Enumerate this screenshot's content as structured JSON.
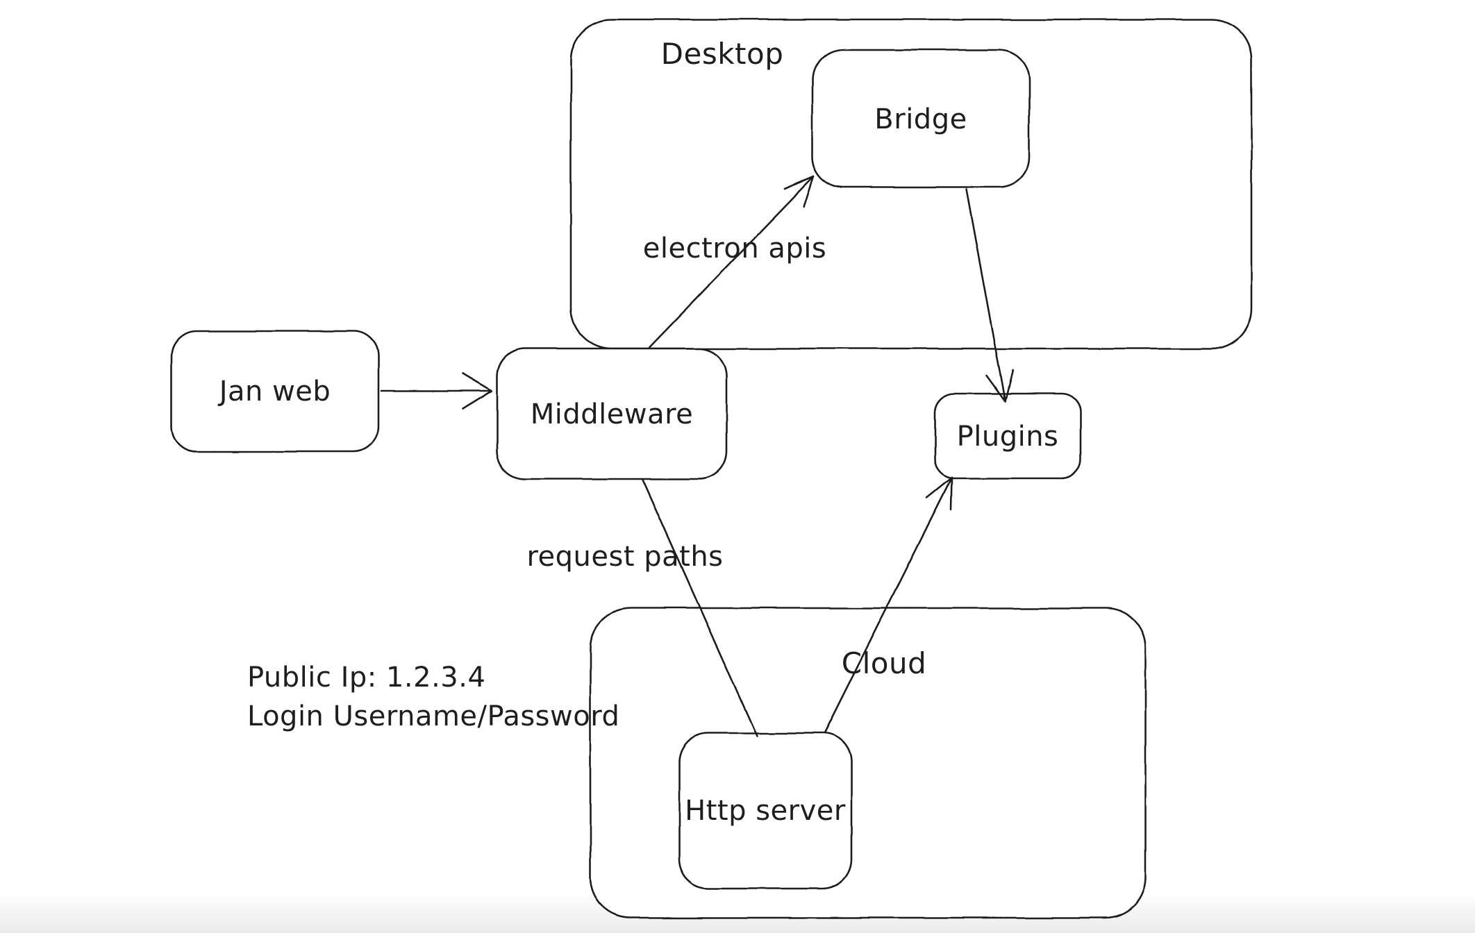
{
  "canvas": {
    "background": "#ffffff",
    "stroke": "#1e1e1e"
  },
  "groups": {
    "desktop": {
      "label": "Desktop"
    },
    "cloud": {
      "label": "Cloud"
    }
  },
  "nodes": {
    "jan_web": {
      "label": "Jan web"
    },
    "middleware": {
      "label": "Middleware"
    },
    "bridge": {
      "label": "Bridge"
    },
    "plugins": {
      "label": "Plugins"
    },
    "http_server": {
      "label": "Http server"
    }
  },
  "edges": {
    "jan_web_to_middleware": {
      "from": "Jan web",
      "to": "Middleware",
      "label": ""
    },
    "middleware_to_bridge": {
      "from": "Middleware",
      "to": "Bridge",
      "label": "electron apis"
    },
    "bridge_to_plugins": {
      "from": "Bridge",
      "to": "Plugins",
      "label": ""
    },
    "middleware_to_http_server": {
      "from": "Middleware",
      "to": "Http server",
      "label": "request paths"
    },
    "http_server_to_plugins": {
      "from": "Http server",
      "to": "Plugins",
      "label": ""
    }
  },
  "annotations": {
    "public_ip": {
      "text": "Public Ip: 1.2.3.4"
    },
    "login": {
      "text": "Login Username/Password"
    }
  }
}
